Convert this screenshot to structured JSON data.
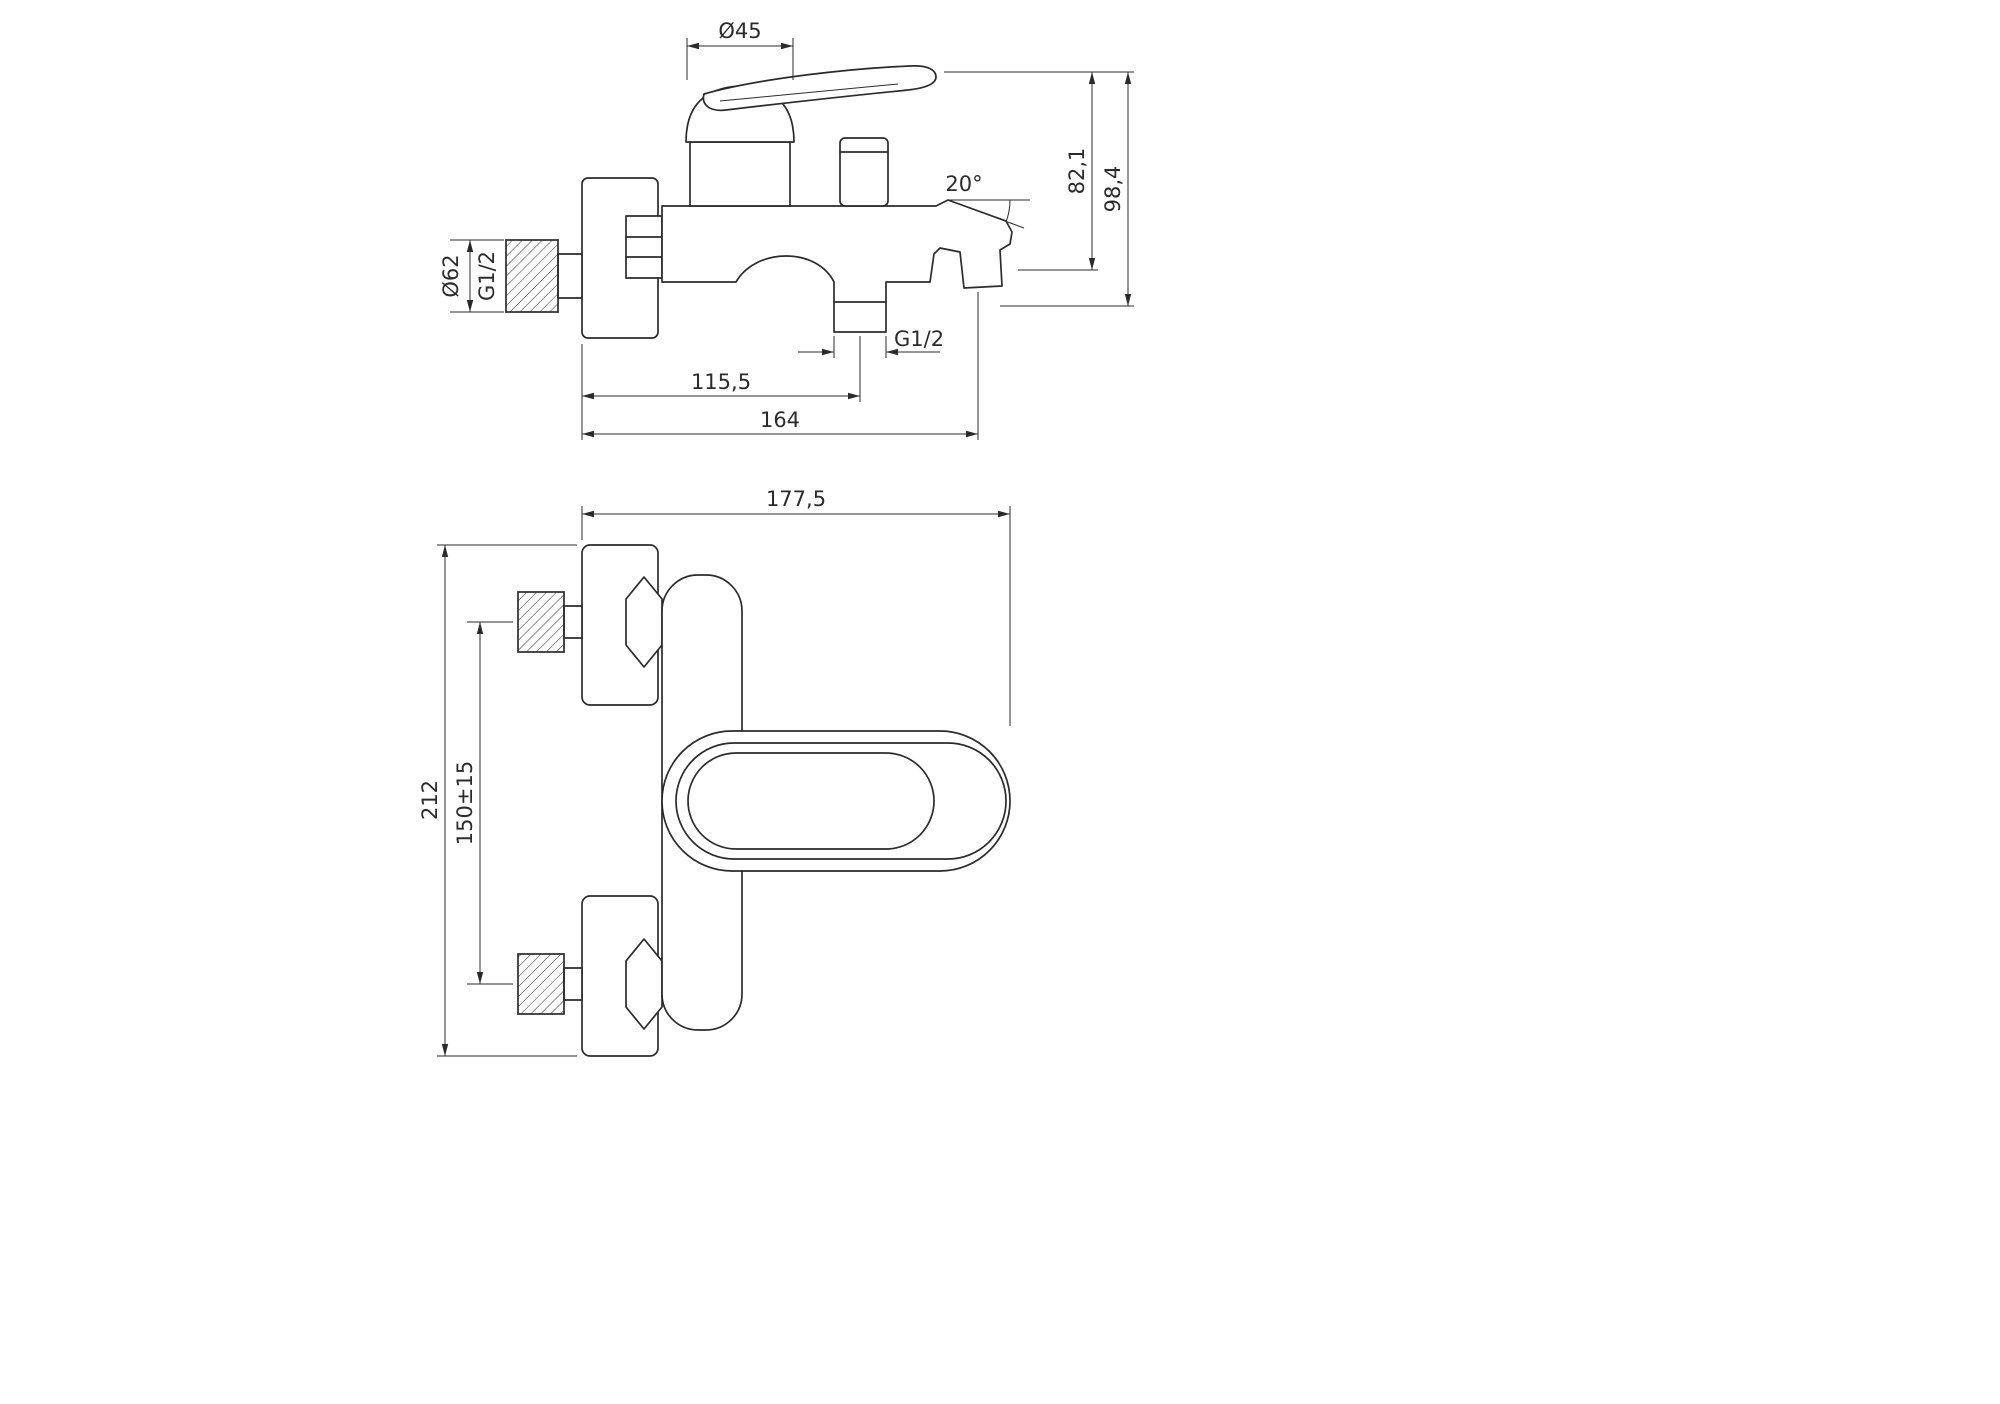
{
  "colors": {
    "background": "#ffffff",
    "line": "#2b2b2b"
  },
  "side_view": {
    "dims": {
      "cap_diameter": "Ø45",
      "flange_diameter": "Ø62",
      "inlet_thread": "G1/2",
      "spout_angle": "20°",
      "spout_height": "82,1",
      "total_height": "98,4",
      "outlet_offset": "115,5",
      "total_depth": "164",
      "outlet_thread": "G1/2"
    }
  },
  "front_view": {
    "dims": {
      "total_width": "177,5",
      "total_height": "212",
      "inlet_spacing": "150±15"
    }
  }
}
